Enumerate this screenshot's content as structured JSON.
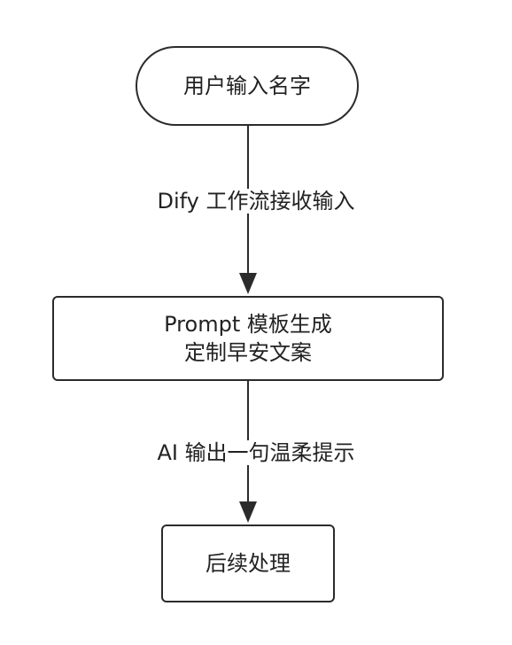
{
  "diagram": {
    "nodes": {
      "start": {
        "label": "用户输入名字"
      },
      "prompt": {
        "line1": "Prompt 模板生成",
        "line2": "定制早安文案"
      },
      "end": {
        "label": "后续处理"
      }
    },
    "edges": [
      {
        "from": "start",
        "to": "prompt",
        "label": "Dify 工作流接收输入"
      },
      {
        "from": "prompt",
        "to": "end",
        "label": "AI 输出一句温柔提示"
      }
    ],
    "colors": {
      "stroke": "#2b2b2b",
      "text": "#222222",
      "background": "#ffffff"
    }
  }
}
